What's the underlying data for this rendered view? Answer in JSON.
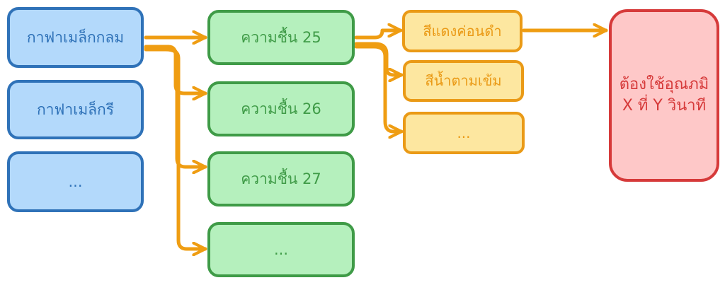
{
  "diagram": {
    "roasts": [
      {
        "label": "กาฟาเมล็กกลม"
      },
      {
        "label": "กาฟาเมล็กรี"
      },
      {
        "label": "..."
      }
    ],
    "moisture": [
      {
        "label": "ความชื้น 25"
      },
      {
        "label": "ความชื้น 26"
      },
      {
        "label": "ความชื้น 27"
      },
      {
        "label": "..."
      }
    ],
    "colors": [
      {
        "label": "สีแดงค่อนดำ"
      },
      {
        "label": "สีน้ำตามเข้ม"
      },
      {
        "label": "..."
      }
    ],
    "result": {
      "line1": "ต้องใช้อุณภมิ",
      "line2": "X ที่ Y วินาที"
    }
  },
  "palette": {
    "blue_fill": "#b3d9fb",
    "blue_stroke": "#2f72b8",
    "green_fill": "#b5f0bd",
    "green_stroke": "#3f9b47",
    "yellow_fill": "#fde7a0",
    "yellow_stroke": "#ea9a16",
    "red_fill": "#fec8c8",
    "red_stroke": "#d63a3a",
    "arrow": "#ef9d12"
  }
}
